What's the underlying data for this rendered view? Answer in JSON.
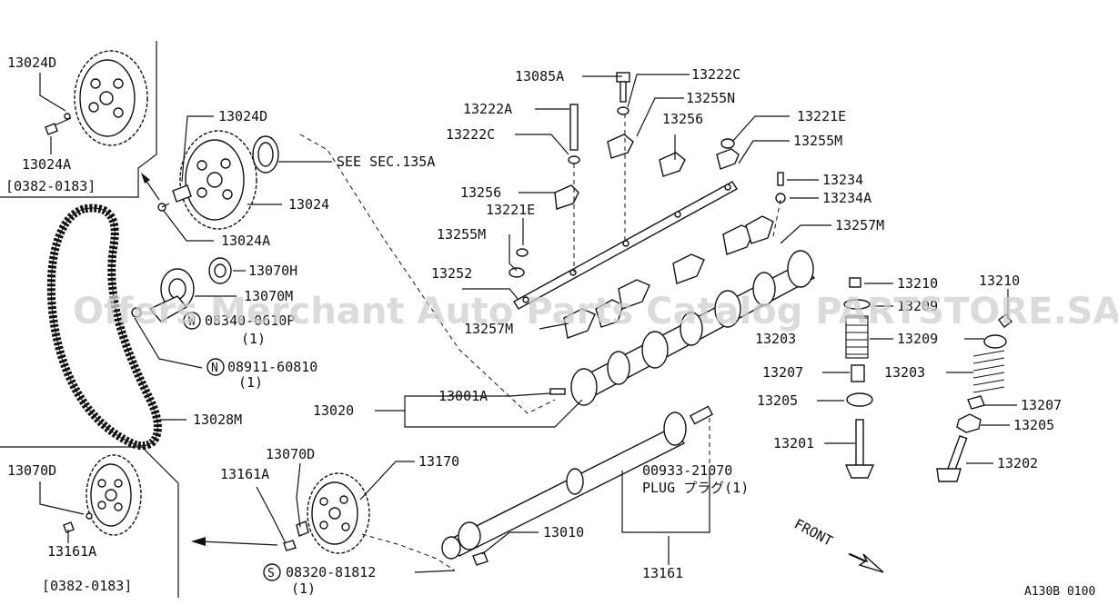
{
  "labels": {
    "p13024D_a": "13024D",
    "p13024A_a": "13024A",
    "range_a": "[0382-0183]",
    "p13024D_b": "13024D",
    "see_sec": "SEE SEC.135A",
    "p13024": "13024",
    "p13024A_b": "13024A",
    "p13070H": "13070H",
    "p13070M": "13070M",
    "w_bolt": "08340-0610P",
    "w_bolt_qty": "(1)",
    "n_nut": "08911-60810",
    "n_nut_qty": "(1)",
    "p13028M": "13028M",
    "p13070D_a": "13070D",
    "p13161A_a": "13161A",
    "range_b": "[0382-0183]",
    "p13070D_b": "13070D",
    "p13161A_b": "13161A",
    "p13170": "13170",
    "s_bolt": "08320-81812",
    "s_bolt_qty": "(1)",
    "p13010": "13010",
    "p13161": "13161",
    "plug_pn": "00933-21070",
    "plug_txt": "PLUG プラグ(1)",
    "p13085A": "13085A",
    "p13222C_a": "13222C",
    "p13222A": "13222A",
    "p13255N": "13255N",
    "p13222C_b": "13222C",
    "p13256_a": "13256",
    "p13221E_a": "13221E",
    "p13255M_a": "13255M",
    "p13256_b": "13256",
    "p13221E_b": "13221E",
    "p13234": "13234",
    "p13234A": "13234A",
    "p13255M_b": "13255M",
    "p13257M_a": "13257M",
    "p13252": "13252",
    "p13257M_b": "13257M",
    "p13210_a": "13210",
    "p13210_b": "13210",
    "p13209_a": "13209",
    "p13209_b": "13209",
    "p13203_a": "13203",
    "p13203_b": "13203",
    "p13207_a": "13207",
    "p13207_b": "13207",
    "p13205_a": "13205",
    "p13205_b": "13205",
    "p13201": "13201",
    "p13202": "13202",
    "p13020": "13020",
    "p13001A": "13001A",
    "front": "FRONT",
    "circle_w": "W",
    "circle_n": "N",
    "circle_s": "S",
    "code": "A130B 0100"
  },
  "watermark": "Offers Merchant Auto Parts Catalog PARTSTORE.SA"
}
